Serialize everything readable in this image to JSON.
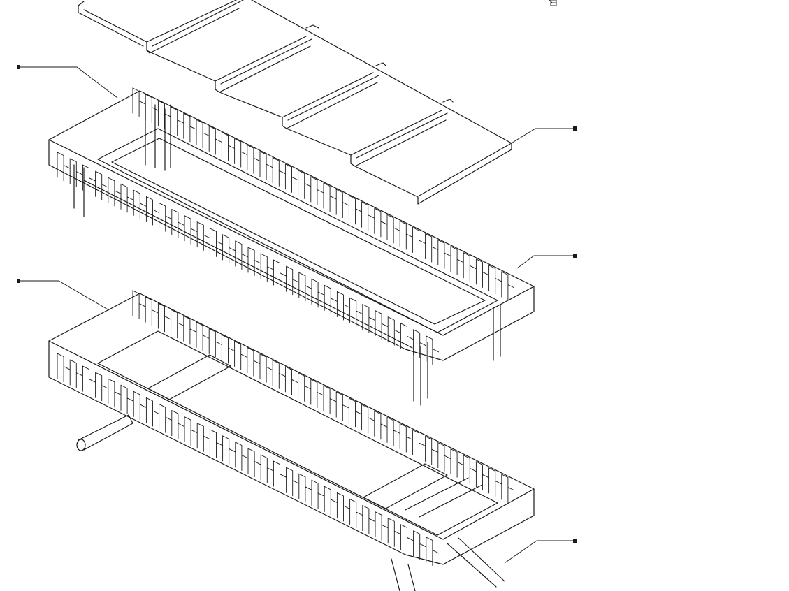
{
  "figure": {
    "background": "#ffffff",
    "line_color": "#1a1a1a",
    "components": [
      {
        "id": "cover-plates",
        "count": 5
      },
      {
        "id": "upper-frame"
      },
      {
        "id": "lower-frame"
      }
    ],
    "leader_lines": 6
  }
}
